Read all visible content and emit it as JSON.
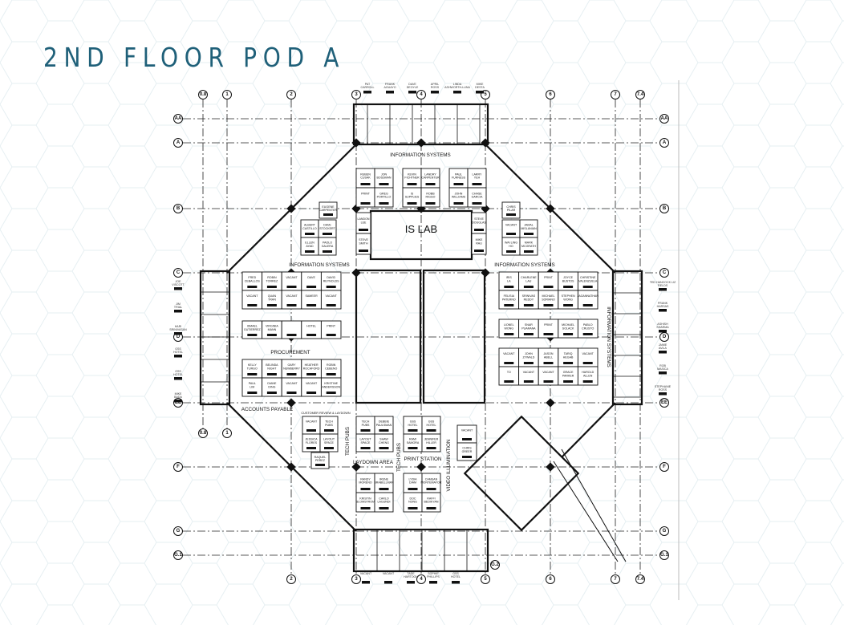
{
  "title": "2ND FLOOR POD A",
  "colors": {
    "title": "#1f6079",
    "lines": "#111111",
    "pattern": "#e6eff2"
  },
  "grid": {
    "columns": [
      "0.8",
      "1",
      "2",
      "3",
      "4",
      "5",
      "6",
      "7",
      "7.4"
    ],
    "rows": [
      "AA",
      "A",
      "B",
      "C",
      "D",
      "EE",
      "F",
      "G",
      "G.1"
    ],
    "extra_bubble": "G.2"
  },
  "areas": {
    "is_top": "INFORMATION SYSTEMS",
    "is_left": "INFORMATION SYSTEMS",
    "is_right": "INFORMATION SYSTEMS",
    "is_east_vertical": "INFORMATION SYSTEMS",
    "is_lab": "IS LAB",
    "procurement": "PROCUREMENT",
    "accounts_payable": "ACCOUNTS PAYABLE",
    "customer_review": "CUSTOMER REVIEW & LAYDOWN",
    "tech_pubs_1": "TECH PUBS",
    "tech_pubs_2": "TECH PUBS",
    "laydown": "LAYDOWN AREA",
    "print_station": "PRINT STATION",
    "video": "VIDEO ILLUMINATION"
  },
  "wing_offices": {
    "north": [
      "PAT CARROLL",
      "FRANK AGUAYO",
      "DAVE DEOYLE",
      "APRIL ROSS",
      "LINDA ASHWORTH-LUNA",
      "MIKE DESTA"
    ],
    "west": [
      "JOE VISCOTT",
      "JIM TRIAL",
      "HARI SRINIVASAN",
      "GSS HOTEL",
      "GSS HOTEL",
      "MIKE BADA"
    ],
    "east": [
      "TED HANCOCK LIZ FIELDS",
      "FRANK HARSAS",
      "ASHISH SHARMA",
      "JAIME AVILA",
      "ROB MASICA",
      "STEPHANIE ROSS"
    ],
    "south": [
      "VACANT",
      "VACANT",
      "TADE HARTOGH",
      "SOPHIE PHILLIPS",
      "GSS HOTEL"
    ]
  },
  "cubicles": {
    "is_n1": [
      "RUBEN CUSAK",
      "JON BOSSMAN",
      "PRINT",
      "GREG PORTILLO"
    ],
    "is_n2": [
      "KEVIN FICHTNER",
      "LANDRY CARPENTER",
      "IS SUPPLIES",
      "ROBB RIGGO"
    ],
    "is_n3": [
      "PAUL FURNESS",
      "LARRY YEH",
      "JOHN WILLIAMS",
      "CHASE GARCIA"
    ],
    "is_w_top": [
      "EUGENE CARPENTER"
    ],
    "is_w": [
      "ALBERT CASTILLO",
      "DAVE STOCKERT",
      "ELLEN AYAD",
      "PAOLO GALERA"
    ],
    "is_lab_w": [
      "LANDON LEE",
      "STEVE SMITH"
    ],
    "is_lab_e": [
      "STEVE DOUGLAS",
      "MIKE RAU"
    ],
    "is_e_top": [
      "CHRIS PILAR"
    ],
    "is_e": [
      "VACANT",
      "JAMAL MISLANIAN",
      "WAI LING HO",
      "MARK MCGRATH"
    ],
    "proc_1": [
      "FRED CEBALLOS",
      "ROBIN TORREZ",
      "VACANT",
      "DAVE",
      "DAVID REYNOLDS",
      "VACANT",
      "QUAN TRAN",
      "VACANT",
      "SAMEER",
      "VACANT"
    ],
    "proc_2": [
      "ISMAEL GUTIERREZ",
      "VIRGINIA MANN",
      "",
      "HOTEL",
      "PRINT"
    ],
    "proc_3": [
      "KELLY TURGO",
      "BELINDA NIGHT",
      "GARY NEWBERRY",
      "HEATHER ROCHFORD",
      "ROBIN CEBENO",
      "PAUL LIM",
      "DIANE DING",
      "VACANT",
      "VACANT",
      "KRISTINE ANDERSSON"
    ],
    "is_r1": [
      "IRIS LA",
      "CHARLENE LAU",
      "PRINT",
      "JOYCE BUSTOS",
      "CHRISTINE VALENZUELA",
      "FELISIA PATERNO",
      "SRINIVAS REDDY",
      "MICHAEL SORIANO",
      "STEPHEN WONG",
      "JAGANNATHAN"
    ],
    "is_r2": [
      "LIONEL WONG",
      "SNAR PUARANA",
      "PRINT",
      "MICHAEL SOLACK",
      "PABLO CRUSTO"
    ],
    "is_r3": [
      "VACANT",
      "JOHN ZYWALD",
      "JASON ABELL",
      "TARIQ HEGAB",
      "VACANT",
      "TO",
      "VACANT",
      "VACANT",
      "GRACE PARKER",
      "HAROLD ALLEN"
    ],
    "tp_1": [
      "VACANT",
      "TECH PUBS",
      "JESSICA FLORES",
      "LAYOUT SPACE"
    ],
    "tp_1b": [
      "RAQUEL PEREZ"
    ],
    "tp_2": [
      "TECH PUBS",
      "DEBBIE PAULSMAN",
      "LAYOUT SPACE",
      "SHAW CHENG"
    ],
    "ps_1": [
      "GSS HOTEL",
      "GSS HOTEL",
      "RAMI SAMORA",
      "JENNIFER HILLER"
    ],
    "ld_1": [
      "RANDY MORENO",
      "IRENE BRABELLMAN",
      "KRISTIN BLOMSTROM",
      "CARLO LAGUNDI"
    ],
    "ld_2": [
      "LYDIA DIAM",
      "CAMEAN MONTEMAYOR",
      "DOC NONG",
      "RAFFI BEDIKYAN"
    ],
    "video_rm": [
      "VACANT",
      "CHRIS GREER"
    ]
  }
}
